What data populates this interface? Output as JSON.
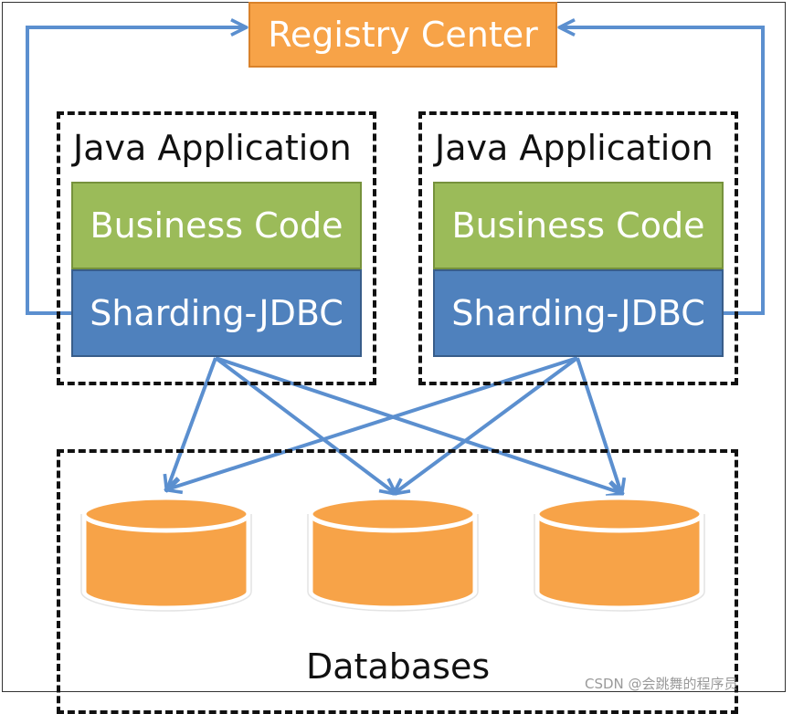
{
  "registry": {
    "label": "Registry Center"
  },
  "apps": [
    {
      "title": "Java Application",
      "business": "Business Code",
      "sharding": "Sharding-JDBC"
    },
    {
      "title": "Java Application",
      "business": "Business Code",
      "sharding": "Sharding-JDBC"
    }
  ],
  "databases": {
    "label": "Databases",
    "count": 3
  },
  "colors": {
    "registry": "#f7a348",
    "business": "#9bbb59",
    "sharding": "#4f81bd",
    "arrow": "#5b8fcf",
    "database": "#f7a348"
  },
  "watermark": "CSDN @会跳舞的程序员"
}
